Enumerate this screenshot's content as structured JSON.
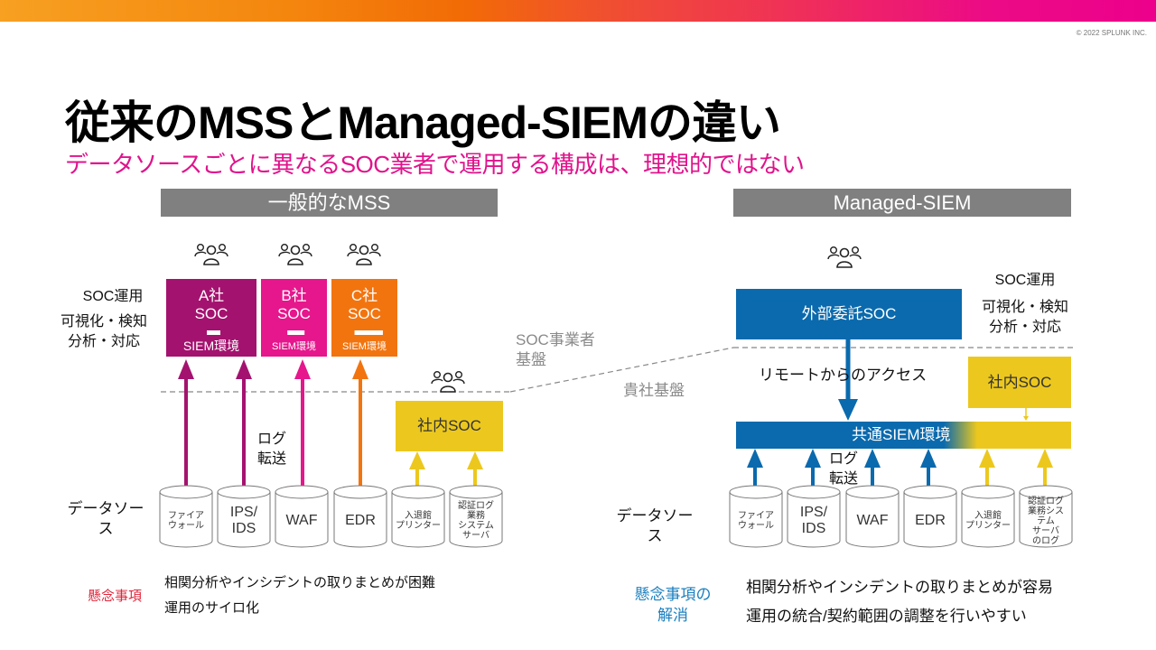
{
  "header": {
    "copyright": "© 2022 SPLUNK INC.",
    "title": "従来のMSSとManaged-SIEMの違い",
    "subtitle": "データソースごとに異なるSOC業者で運用する構成は、理想的ではない"
  },
  "colors": {
    "brand_gradient": [
      "#f7a021",
      "#f26b06",
      "#ec008c"
    ],
    "soc_a": "#a4126f",
    "soc_b": "#e6168c",
    "soc_c": "#f2740f",
    "in_house": "#ecc81e",
    "managed_blue": "#0a6aad",
    "section_header": "#808080",
    "concern_red": "#e0253a",
    "concern_blue": "#1a7fbf"
  },
  "left": {
    "header": "一般的なMSS",
    "soc_ops_label": "SOC運用",
    "soc_ops_detail": [
      "可視化・検知",
      "分析・対応"
    ],
    "socs": [
      {
        "name": [
          "A社",
          "SOC"
        ],
        "siem": "SIEM環境",
        "color": "#a4126f"
      },
      {
        "name": [
          "B社",
          "SOC"
        ],
        "siem": "SIEM環境",
        "color": "#e6168c"
      },
      {
        "name": [
          "C社",
          "SOC"
        ],
        "siem": "SIEM環境",
        "color": "#f2740f"
      }
    ],
    "in_house_soc": "社内SOC",
    "log_transfer": [
      "ログ",
      "転送"
    ],
    "data_source_label": [
      "データソー",
      "ス"
    ],
    "data_sources": [
      {
        "lines": [
          "ファイア",
          "ウォール"
        ],
        "size": "small"
      },
      {
        "lines": [
          "IPS/",
          "IDS"
        ],
        "size": "big"
      },
      {
        "lines": [
          "WAF"
        ],
        "size": "big"
      },
      {
        "lines": [
          "EDR"
        ],
        "size": "big"
      },
      {
        "lines": [
          "入退館",
          "プリンター"
        ],
        "size": "small"
      },
      {
        "lines": [
          "認証ログ",
          "業務",
          "システム",
          "サーバ"
        ],
        "size": "small"
      }
    ],
    "concern_label": "懸念事項",
    "concerns": [
      "相関分析やインシデントの取りまとめが困難",
      "運用のサイロ化"
    ]
  },
  "middle": {
    "provider_base": [
      "SOC事業者",
      "基盤"
    ],
    "your_base": "貴社基盤"
  },
  "right": {
    "header": "Managed-SIEM",
    "soc_ops_label": "SOC運用",
    "soc_ops_detail": [
      "可視化・検知",
      "分析・対応"
    ],
    "external_soc": "外部委託SOC",
    "remote_access": "リモートからのアクセス",
    "in_house_soc": "社内SOC",
    "common_siem": "共通SIEM環境",
    "log_transfer": [
      "ログ",
      "転送"
    ],
    "data_source_label": [
      "データソー",
      "ス"
    ],
    "data_sources": [
      {
        "lines": [
          "ファイア",
          "ウォール"
        ],
        "size": "small"
      },
      {
        "lines": [
          "IPS/",
          "IDS"
        ],
        "size": "big"
      },
      {
        "lines": [
          "WAF"
        ],
        "size": "big"
      },
      {
        "lines": [
          "EDR"
        ],
        "size": "big"
      },
      {
        "lines": [
          "入退館",
          "プリンター"
        ],
        "size": "small"
      },
      {
        "lines": [
          "認証ログ",
          "業務シス",
          "テム",
          "サーバ",
          "のログ"
        ],
        "size": "small"
      }
    ],
    "concern_label": [
      "懸念事項の",
      "解消"
    ],
    "concerns": [
      "相関分析やインシデントの取りまとめが容易",
      "運用の統合/契約範囲の調整を行いやすい"
    ]
  }
}
